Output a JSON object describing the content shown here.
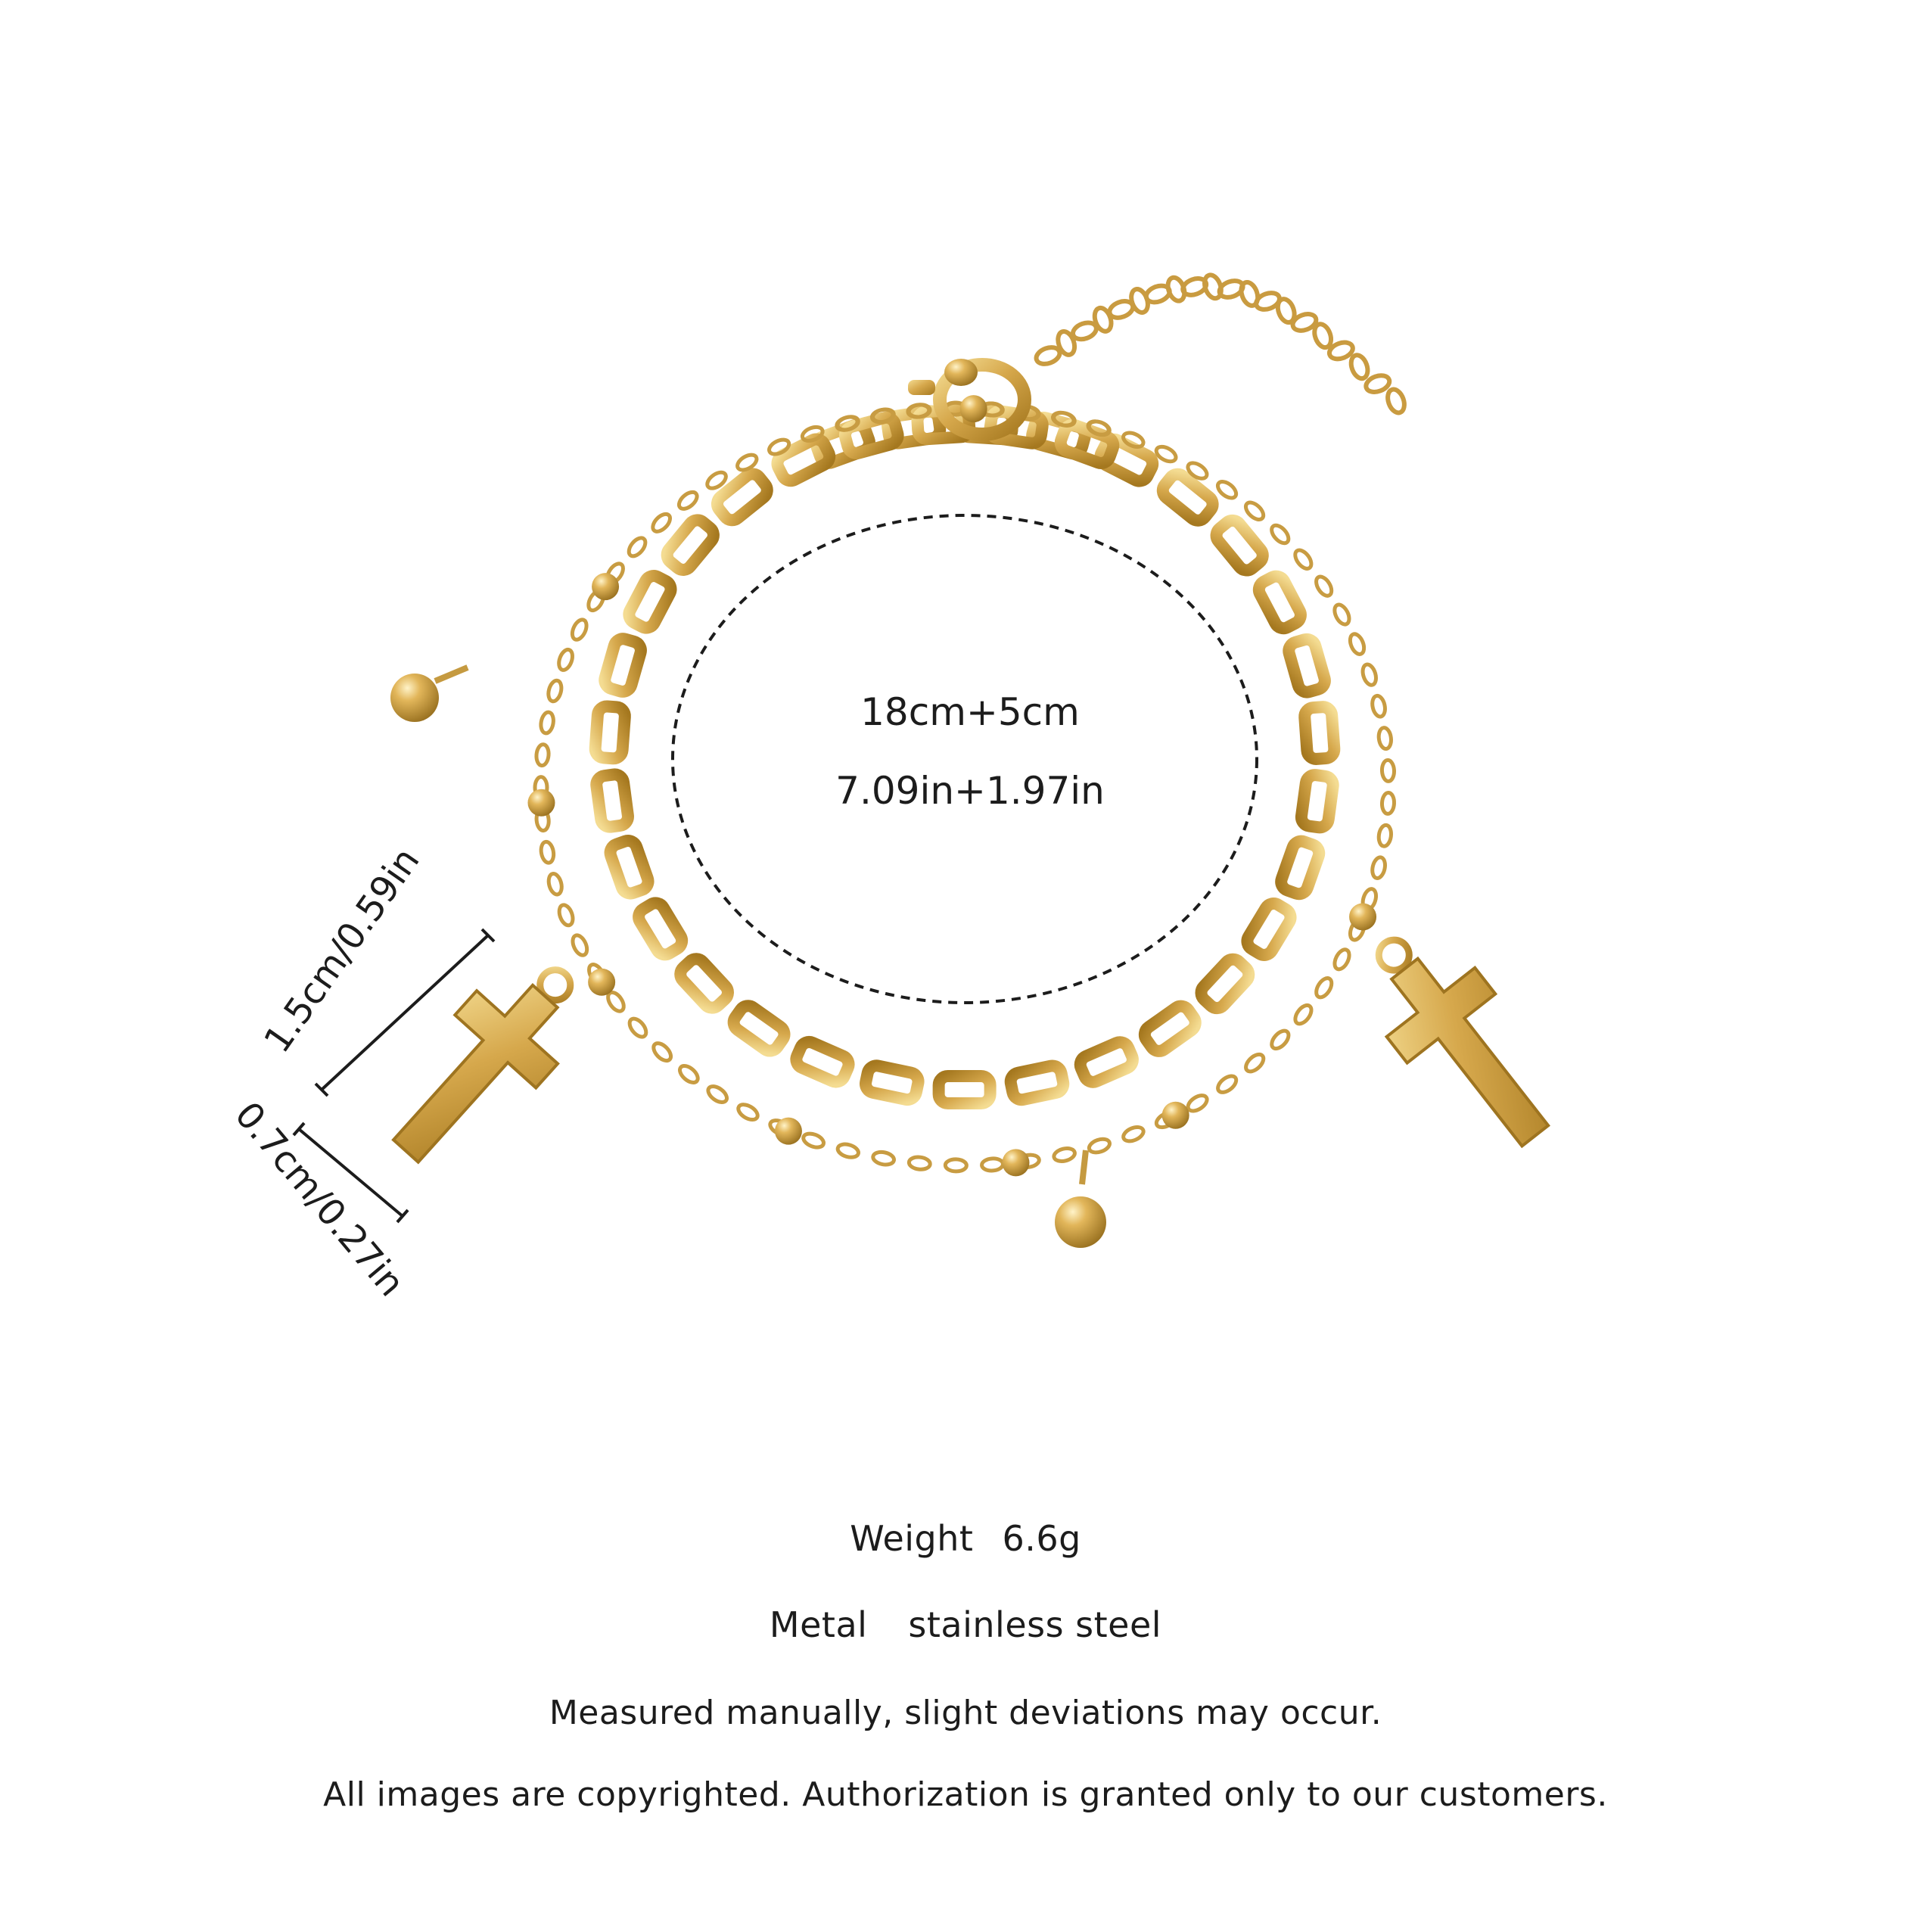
{
  "size_label": {
    "cm": "18cm+5cm",
    "in": "7.09in+1.97in"
  },
  "pendant_dimensions": {
    "height": "1.5cm/0.59in",
    "width": "0.7cm/0.27in"
  },
  "specs": {
    "weight_label": "Weight",
    "weight_value": "6.6g",
    "metal_label": "Metal",
    "metal_value": "stainless steel"
  },
  "notes": {
    "measurement": "Measured manually, slight deviations may occur.",
    "copyright": "All images are copyrighted. Authorization is granted only to our customers."
  },
  "colors": {
    "gold": "#d4a64a",
    "gold_dark": "#a97c25",
    "gold_light": "#f2d98e",
    "background": "#ffffff",
    "text": "#1c1c1c"
  }
}
